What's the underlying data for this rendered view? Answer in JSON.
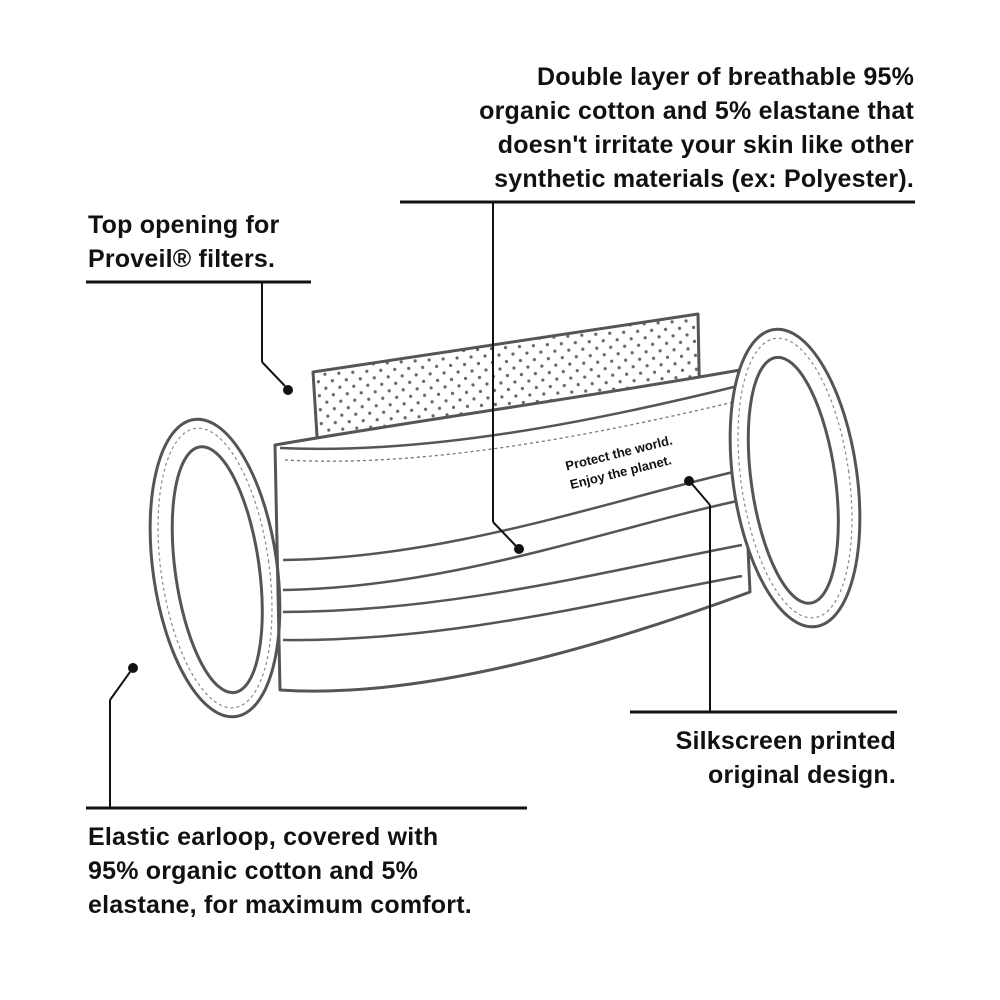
{
  "callouts": {
    "fabric_layers": {
      "lines": [
        "Double layer of breathable 95%",
        "organic cotton and 5% elastane that",
        "doesn't irritate your skin like other",
        "synthetic materials (ex: Polyester)."
      ]
    },
    "filter_opening": {
      "lines": [
        "Top opening for",
        "Proveil® filters."
      ]
    },
    "silkscreen": {
      "lines": [
        "Silkscreen printed",
        "original design."
      ]
    },
    "earloop": {
      "lines": [
        "Elastic earloop, covered with",
        "95% organic cotton and 5%",
        "elastane, for maximum comfort."
      ]
    }
  },
  "mask_print": {
    "line1": "Protect the world.",
    "line2": "Enjoy the planet."
  },
  "colors": {
    "ink": "#111111",
    "outline": "#555555",
    "filter_dots": "#666666",
    "background": "#ffffff"
  },
  "icons": [
    "callout-dot",
    "filter-dot-pattern",
    "stitch-line"
  ]
}
